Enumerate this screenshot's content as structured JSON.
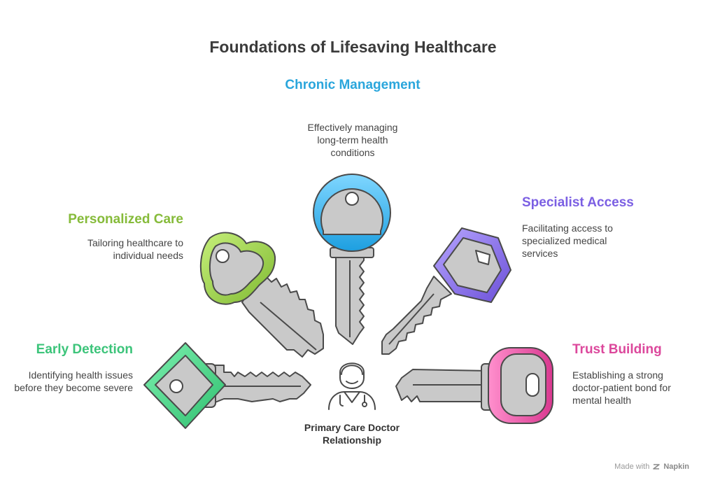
{
  "title": "Foundations of Lifesaving Healthcare",
  "hub": {
    "label": "Primary Care Doctor Relationship",
    "icon": "doctor-icon"
  },
  "keys": [
    {
      "id": "early-detection",
      "heading": "Early Detection",
      "description": "Identifying health issues before they become severe",
      "color": "#3fcf7f",
      "head_shape": "diamond"
    },
    {
      "id": "personalized-care",
      "heading": "Personalized Care",
      "description": "Tailoring healthcare to individual needs",
      "color": "#8ec63f",
      "head_shape": "clover"
    },
    {
      "id": "chronic-management",
      "heading": "Chronic Management",
      "description": "Effectively managing long-term health conditions",
      "color": "#29abe2",
      "head_shape": "circle"
    },
    {
      "id": "specialist-access",
      "heading": "Specialist Access",
      "description": "Facilitating access to specialized medical services",
      "color": "#7b61e6",
      "head_shape": "hexagon"
    },
    {
      "id": "trust-building",
      "heading": "Trust Building",
      "description": "Establishing a strong doctor-patient bond for mental health",
      "color": "#e0479e",
      "head_shape": "rounded-rectangle"
    }
  ],
  "footer": {
    "made_with": "Made with",
    "brand": "Napkin",
    "icon": "napkin-logo-icon"
  }
}
